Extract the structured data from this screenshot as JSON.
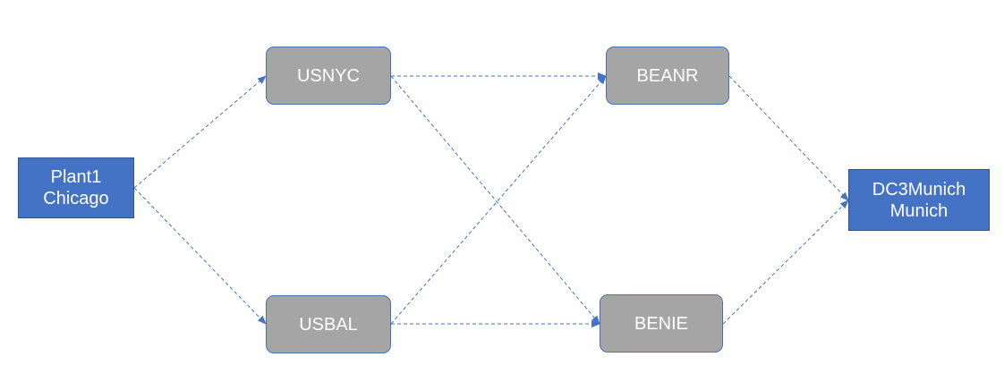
{
  "diagram": {
    "nodes": [
      {
        "id": "plant",
        "line1": "Plant1",
        "line2": "Chicago",
        "shape": "rectangle",
        "fill": "#4472c4"
      },
      {
        "id": "usnyc",
        "label": "USNYC",
        "shape": "rounded-rectangle",
        "fill": "#a5a5a5"
      },
      {
        "id": "usbal",
        "label": "USBAL",
        "shape": "rounded-rectangle",
        "fill": "#a5a5a5"
      },
      {
        "id": "beanr",
        "label": "BEANR",
        "shape": "rounded-rectangle",
        "fill": "#a5a5a5"
      },
      {
        "id": "benie",
        "label": "BENIE",
        "shape": "rounded-rectangle",
        "fill": "#a5a5a5"
      },
      {
        "id": "dc3",
        "line1": "DC3Munich",
        "line2": "Munich",
        "shape": "rectangle",
        "fill": "#4472c4"
      }
    ],
    "edges": [
      {
        "from": "plant",
        "to": "usnyc"
      },
      {
        "from": "plant",
        "to": "usbal"
      },
      {
        "from": "usnyc",
        "to": "beanr"
      },
      {
        "from": "usnyc",
        "to": "benie"
      },
      {
        "from": "usbal",
        "to": "beanr"
      },
      {
        "from": "usbal",
        "to": "benie"
      },
      {
        "from": "beanr",
        "to": "dc3"
      },
      {
        "from": "benie",
        "to": "dc3"
      }
    ],
    "edge_style": "dashed-arrow",
    "edge_color": "#4472c4"
  }
}
